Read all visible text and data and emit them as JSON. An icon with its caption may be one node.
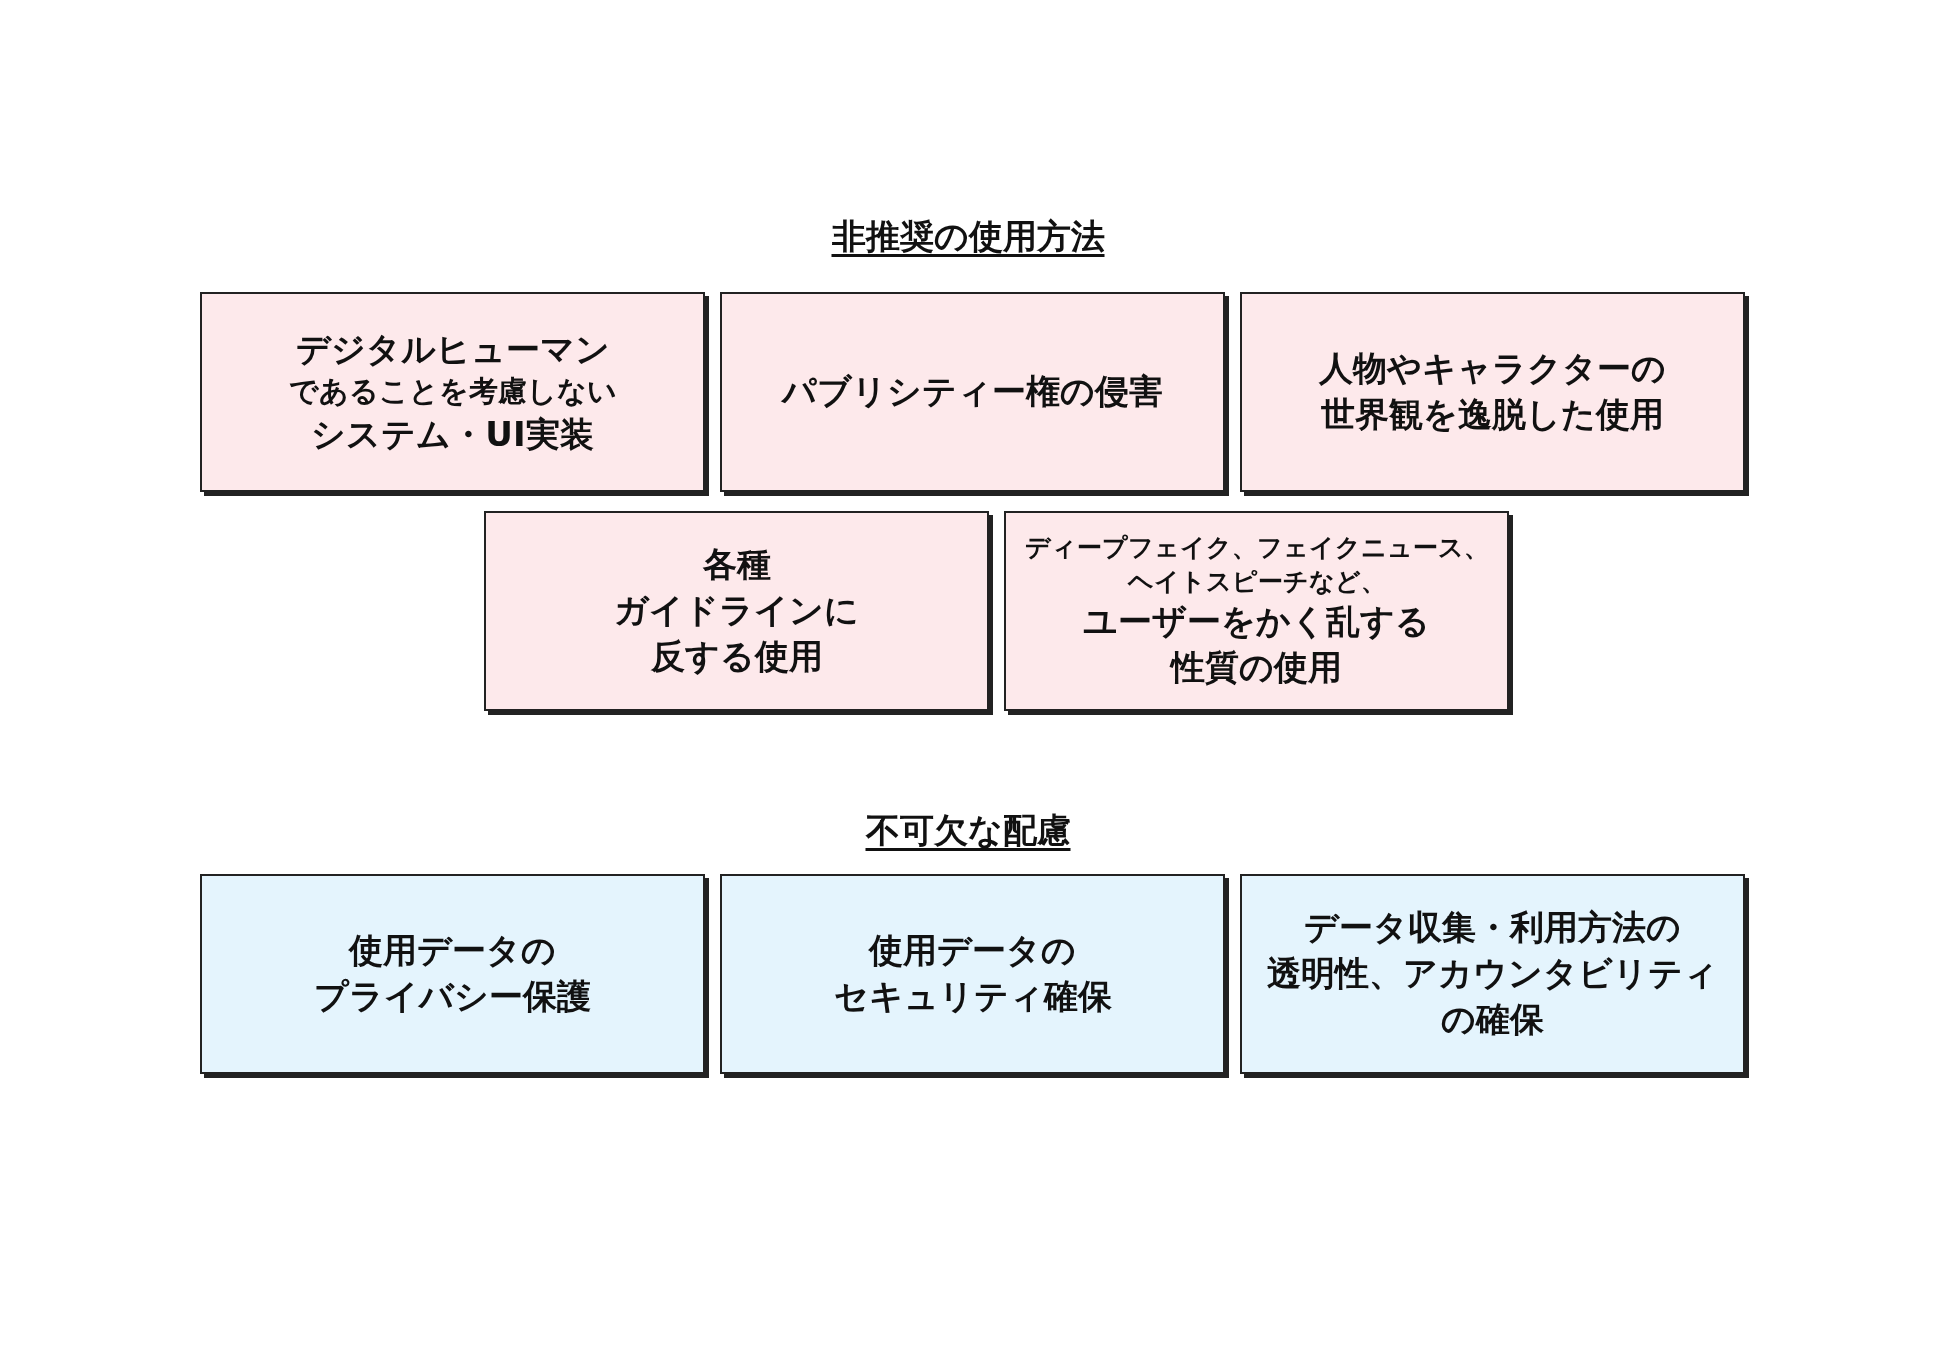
{
  "diagram": {
    "nodes": [
      {
        "text": [
          "デジタルヒューマンであることを考慮しないシステム・UI実装"
        ]
      },
      {
        "text": [
          "パブリシティー権の侵害"
        ]
      },
      {
        "text": [
          "人物やキャラクターの世界観を逸脱した使用"
        ]
      },
      {
        "text": [
          "各種ガイドラインに反する使用"
        ]
      },
      {
        "text": [
          "ディープフェイク、フェイクニュース、ヘイトスピーチなど、ユーザーをかく乱する性質の使用"
        ]
      },
      {
        "text": [
          "使用データのプライバシー保護"
        ]
      },
      {
        "text": [
          "使用データのセキュリティ確保"
        ]
      },
      {
        "text": [
          "データ収集・利用方法の透明性、アカウンタビリティの確保"
        ]
      }
    ],
    "labels": [
      "非推奨の使用方法",
      "不可欠な配慮"
    ]
  }
}
